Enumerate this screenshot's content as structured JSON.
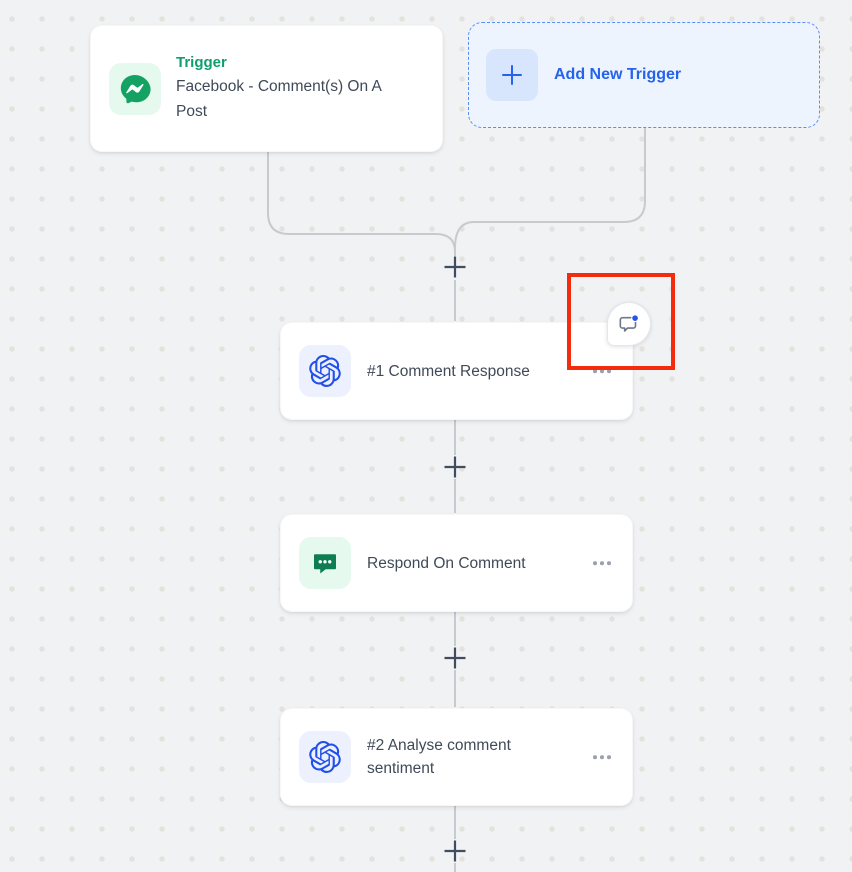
{
  "canvas": {
    "background_color": "#f1f2f4",
    "dot_color": "#e5e1dd",
    "connector_color": "#c7cacf"
  },
  "trigger_card": {
    "label": "Trigger",
    "label_color": "#0f9e6e",
    "title": "Facebook - Comment(s) On A Post",
    "icon": "messenger-icon",
    "icon_color": "#14a262"
  },
  "add_trigger": {
    "label": "Add New Trigger",
    "accent_color": "#2563eb",
    "icon": "plus-icon"
  },
  "steps": [
    {
      "title": "#1 Comment Response",
      "icon": "openai-icon",
      "icon_color": "#2250eb",
      "menu_icon": "ellipsis-icon",
      "has_comment_badge": true
    },
    {
      "title": "Respond On Comment",
      "icon": "comment-icon",
      "icon_color": "#0e7d52",
      "menu_icon": "ellipsis-icon",
      "has_comment_badge": false
    },
    {
      "title": "#2 Analyse comment sentiment",
      "icon": "openai-icon",
      "icon_color": "#2250eb",
      "menu_icon": "ellipsis-icon",
      "has_comment_badge": false
    }
  ],
  "connector_nodes": {
    "icon": "plus-icon",
    "count": 4,
    "color": "#414c5e"
  },
  "comment_badge": {
    "icon": "chat-bubble-icon",
    "dot_color": "#2356e8"
  },
  "annotation": {
    "type": "highlight-rectangle",
    "color": "#f22c0c"
  }
}
